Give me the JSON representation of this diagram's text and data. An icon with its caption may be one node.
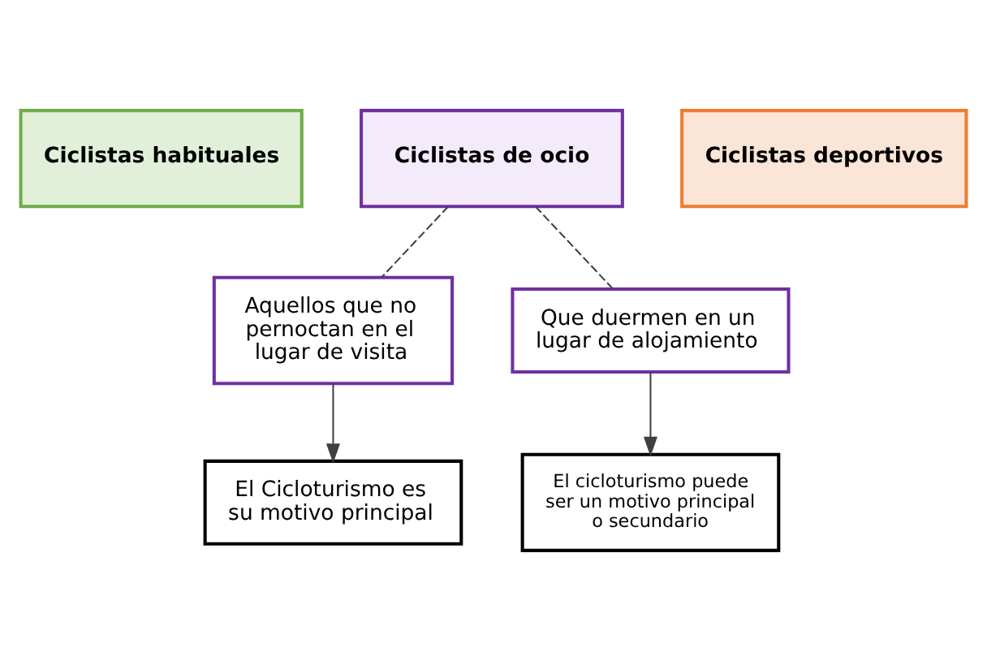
{
  "diagram": {
    "nodes": [
      {
        "text": [
          "Ciclistas habituales"
        ]
      },
      {
        "text": [
          "Ciclistas de ocio"
        ]
      },
      {
        "text": [
          "Ciclistas deportivos"
        ]
      },
      {
        "text": [
          "Aquellos que no pernoctan en el lugar de visita"
        ]
      },
      {
        "text": [
          "Que duermen en un lugar de alojamiento"
        ]
      },
      {
        "text": [
          "El Cicloturismo es su motivo principal"
        ]
      },
      {
        "text": [
          "El cicloturismo puede ser un motivo principal o secundario"
        ]
      }
    ],
    "edges": [
      {
        "from": 1,
        "to": 3,
        "arrow": "none",
        "style": "dashed"
      },
      {
        "from": 1,
        "to": 4,
        "arrow": "none",
        "style": "dashed"
      },
      {
        "from": 3,
        "to": 5,
        "arrow": "to"
      },
      {
        "from": 4,
        "to": 6,
        "arrow": "to"
      }
    ]
  }
}
